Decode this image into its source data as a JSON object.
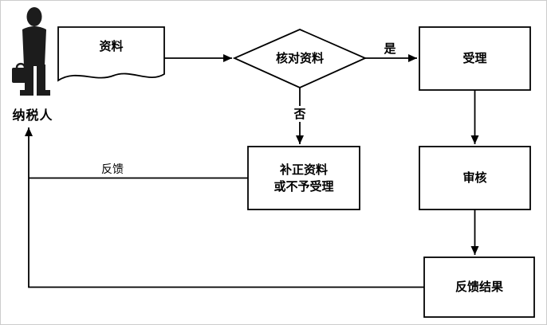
{
  "diagram": {
    "actor": {
      "label": "纳税人"
    },
    "nodes": {
      "document": {
        "label": "资料"
      },
      "decision": {
        "label": "核对资料"
      },
      "accept": {
        "label": "受理"
      },
      "correct": {
        "label": "补正资料\n或不予受理"
      },
      "review": {
        "label": "审核"
      },
      "feedback_result": {
        "label": "反馈结果"
      }
    },
    "edge_labels": {
      "yes": "是",
      "no": "否",
      "feedback": "反馈"
    },
    "colors": {
      "line": "#000000",
      "box_border": "#000000",
      "box_fill": "#ffffff",
      "silhouette": "#1c1c1c",
      "background": "#ffffff"
    }
  }
}
